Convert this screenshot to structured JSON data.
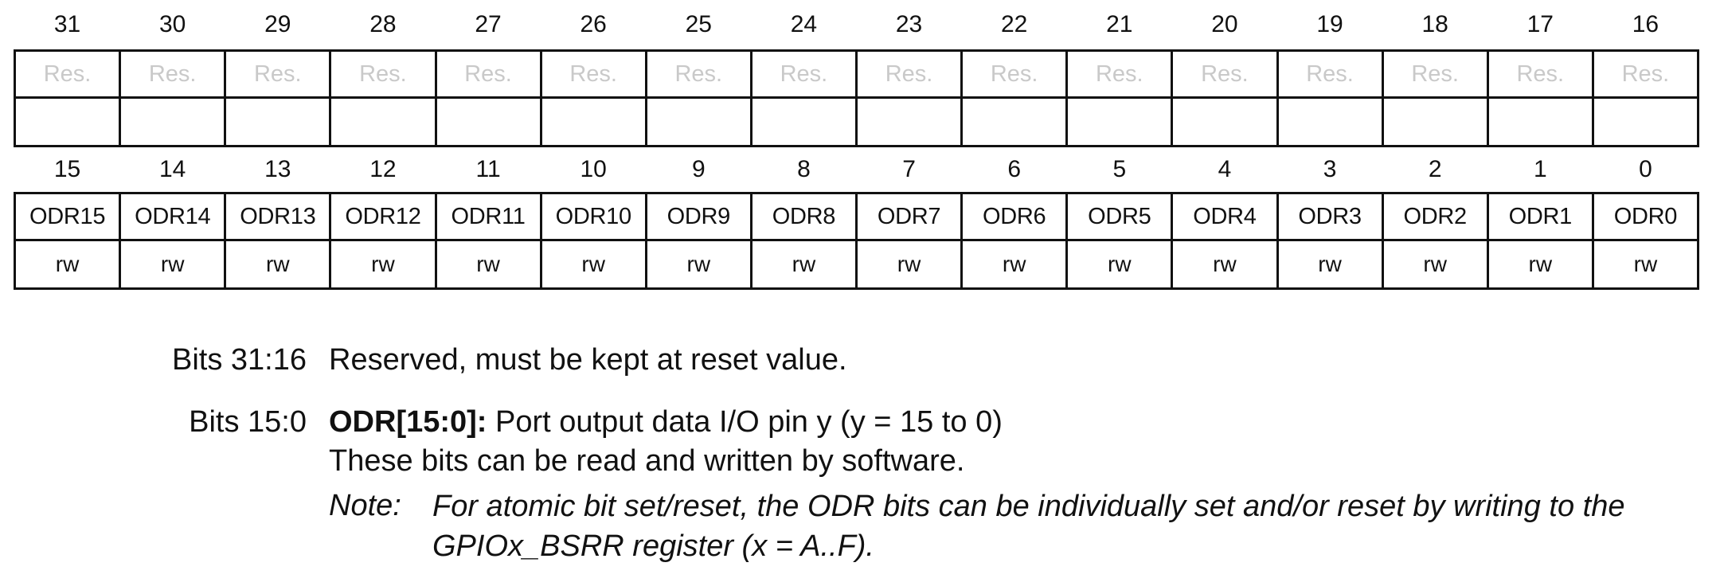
{
  "upper_bits": [
    "31",
    "30",
    "29",
    "28",
    "27",
    "26",
    "25",
    "24",
    "23",
    "22",
    "21",
    "20",
    "19",
    "18",
    "17",
    "16"
  ],
  "upper_fields": [
    "Res.",
    "Res.",
    "Res.",
    "Res.",
    "Res.",
    "Res.",
    "Res.",
    "Res.",
    "Res.",
    "Res.",
    "Res.",
    "Res.",
    "Res.",
    "Res.",
    "Res.",
    "Res."
  ],
  "lower_bits": [
    "15",
    "14",
    "13",
    "12",
    "11",
    "10",
    "9",
    "8",
    "7",
    "6",
    "5",
    "4",
    "3",
    "2",
    "1",
    "0"
  ],
  "lower_fields": [
    "ODR15",
    "ODR14",
    "ODR13",
    "ODR12",
    "ODR11",
    "ODR10",
    "ODR9",
    "ODR8",
    "ODR7",
    "ODR6",
    "ODR5",
    "ODR4",
    "ODR3",
    "ODR2",
    "ODR1",
    "ODR0"
  ],
  "lower_access": [
    "rw",
    "rw",
    "rw",
    "rw",
    "rw",
    "rw",
    "rw",
    "rw",
    "rw",
    "rw",
    "rw",
    "rw",
    "rw",
    "rw",
    "rw",
    "rw"
  ],
  "colors": {
    "reserved_text": "#c9c9c9",
    "border": "#111111"
  },
  "descriptions": {
    "reserved": {
      "bits": "Bits 31:16",
      "text": "Reserved, must be kept at reset value."
    },
    "odr": {
      "bits": "Bits 15:0",
      "field": "ODR[15:0]:",
      "summary": " Port output data I/O pin y (y = 15 to 0)",
      "detail": "These bits can be read and written by software.",
      "note_label": "Note:",
      "note_text": "For atomic bit set/reset, the ODR bits can be individually set and/or reset by writing to the GPIOx_BSRR register (x = A..F)."
    }
  }
}
